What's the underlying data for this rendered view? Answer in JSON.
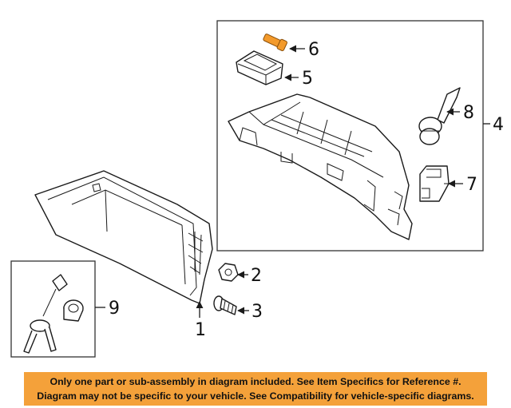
{
  "callouts": {
    "c1": "1",
    "c2": "2",
    "c3": "3",
    "c4": "4",
    "c5": "5",
    "c6": "6",
    "c7": "7",
    "c8": "8",
    "c9": "9"
  },
  "highlight_color": "#f39a2b",
  "notice": {
    "line1": "Only one part or sub-assembly in diagram included. See Item Specifics for Reference #.",
    "line2": "Diagram may not be specific to your vehicle. See Compatibility for vehicle-specific diagrams.",
    "background": "#f4a13a"
  }
}
